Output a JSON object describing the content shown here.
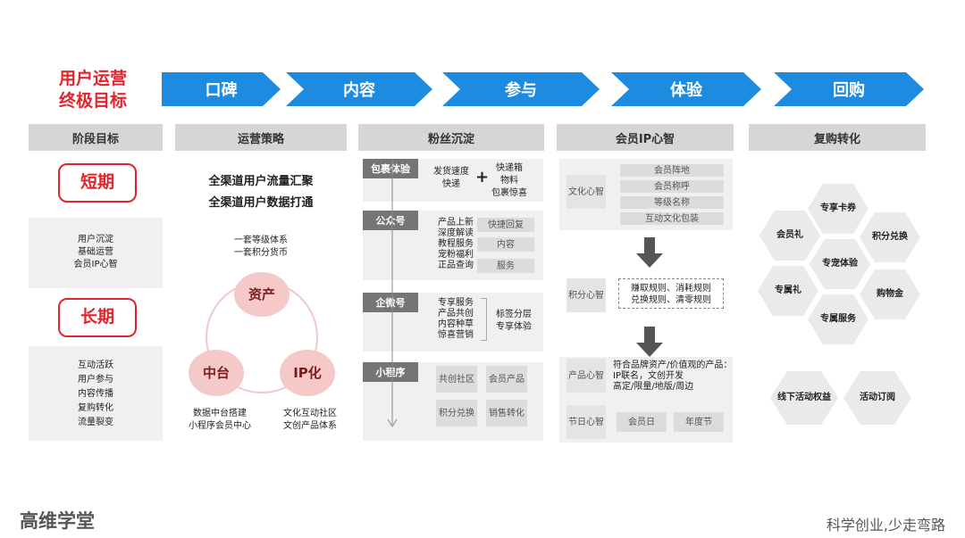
{
  "title": {
    "line1": "用户运营",
    "line2": "终极目标"
  },
  "stages": [
    "口碑",
    "内容",
    "参与",
    "体验",
    "回购"
  ],
  "headers": [
    "阶段目标",
    "运营策略",
    "粉丝沉淀",
    "会员IP心智",
    "复购转化"
  ],
  "goals": {
    "short_label": "短期",
    "short_items": [
      "用户沉淀",
      "基础运营",
      "会员IP心智"
    ],
    "long_label": "长期",
    "long_items": [
      "互动活跃",
      "用户参与",
      "内容传播",
      "复购转化",
      "流量裂变"
    ]
  },
  "strategy": {
    "line1": "全渠道用户流量汇聚",
    "line2": "全渠道用户数据打通",
    "note1": "一套等级体系",
    "note2": "一套积分货币",
    "circle_top": "资产",
    "circle_left": "中台",
    "circle_right": "IP化",
    "left_note1": "数据中台搭建",
    "left_note2": "小程序会员中心",
    "right_note1": "文化互动社区",
    "right_note2": "文创产品体系"
  },
  "fans": {
    "sec1_title": "包裹体验",
    "sec1_left1": "发货速度",
    "sec1_left2": "快递",
    "sec1_plus": "+",
    "sec1_right1": "快递箱",
    "sec1_right2": "物料",
    "sec1_right3": "包裹惊喜",
    "sec2_title": "公众号",
    "sec2_items": [
      "产品上新",
      "深度解读",
      "教程服务",
      "宠粉福利",
      "正品查询"
    ],
    "sec2_pills": [
      "快捷回复",
      "内容",
      "服务"
    ],
    "sec3_title": "企微号",
    "sec3_items": [
      "专享服务",
      "产品共创",
      "内容种草",
      "惊喜营销"
    ],
    "sec3_right1": "标签分层",
    "sec3_right2": "专享体验",
    "sec4_title": "小程序",
    "sec4_pills": [
      "共创社区",
      "会员产品",
      "积分兑换",
      "销售转化"
    ]
  },
  "ip": {
    "culture_label": "文化心智",
    "culture_items": [
      "会员阵地",
      "会员称呼",
      "等级名称",
      "互动文化包装"
    ],
    "points_label": "积分心智",
    "points_rule1": "赚取规则、消耗规则",
    "points_rule2": "兑换规则、清零规则",
    "product_label": "产品心智",
    "product_text1": "符合品牌资产/价值观的产品：",
    "product_text2": "IP联名，文创开发",
    "product_text3": "高定/限量/地版/周边",
    "festival_label": "节日心智",
    "festival_items": [
      "会员日",
      "年度节"
    ]
  },
  "repurchase": {
    "hexes": [
      "专享卡券",
      "会员礼",
      "积分兑换",
      "专宠体验",
      "专属礼",
      "购物金",
      "专属服务"
    ],
    "bottom": [
      "线下活动权益",
      "活动订阅"
    ]
  },
  "footer": {
    "brand": "高维学堂",
    "slogan": "科学创业,少走弯路"
  },
  "colors": {
    "accent_red": "#e0262c",
    "stage_blue": "#1d8ce0"
  }
}
